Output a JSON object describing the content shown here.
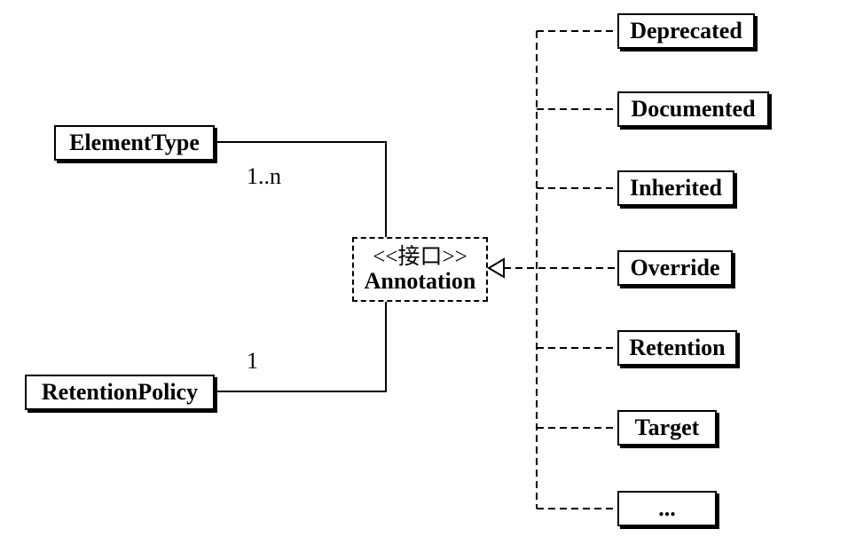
{
  "interface": {
    "stereotype": "<<接口>>",
    "name": "Annotation"
  },
  "associations": [
    {
      "class": "ElementType",
      "multiplicity": "1..n"
    },
    {
      "class": "RetentionPolicy",
      "multiplicity": "1"
    }
  ],
  "implementations": [
    {
      "name": "Deprecated"
    },
    {
      "name": "Documented"
    },
    {
      "name": "Inherited"
    },
    {
      "name": "Override"
    },
    {
      "name": "Retention"
    },
    {
      "name": "Target"
    },
    {
      "name": "..."
    }
  ]
}
